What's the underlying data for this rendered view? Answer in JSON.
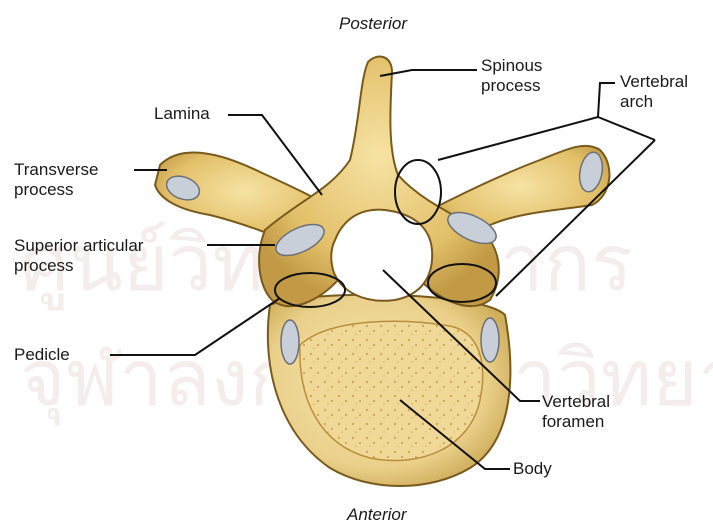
{
  "figure": {
    "orientation": {
      "top": "Posterior",
      "bottom": "Anterior"
    },
    "labels": {
      "spinous_process": "Spinous\nprocess",
      "vertebral_arch": "Vertebral\narch",
      "lamina": "Lamina",
      "transverse_process": "Transverse\nprocess",
      "superior_articular_process": "Superior articular\nprocess",
      "pedicle": "Pedicle",
      "vertebral_foramen": "Vertebral\nforamen",
      "body": "Body"
    },
    "watermark": "ศูนย์วิทยทรัพยากร จุฬาลงกรณ์มหาวิทยาลัย"
  },
  "colors": {
    "bone_light": "#f2d890",
    "bone_mid": "#dcb45a",
    "bone_dark": "#b08a34",
    "outline": "#7a5a1c",
    "cartilage": "#c9cfd8",
    "leader": "#111111"
  }
}
